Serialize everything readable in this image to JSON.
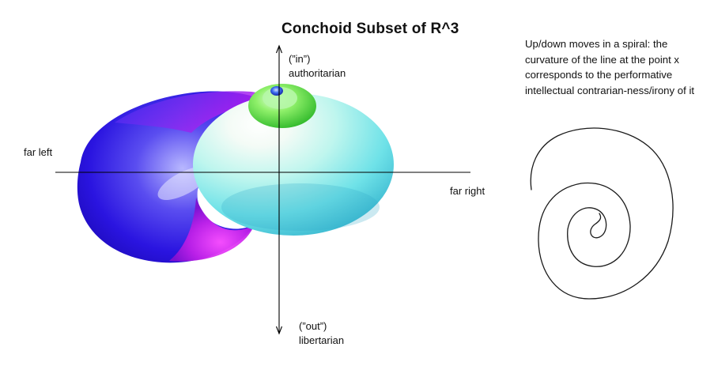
{
  "title": "Conchoid Subset of R^3",
  "axes": {
    "left": "far left",
    "right": "far right",
    "top_quote": "(”in”)",
    "top": "authoritarian",
    "bottom_quote": "(”out”)",
    "bottom": "libertarian"
  },
  "note": "Up/down moves in a spiral: the curvature of the line at the point x corresponds to the performative intellectual contrarian-ness/irony of it"
}
